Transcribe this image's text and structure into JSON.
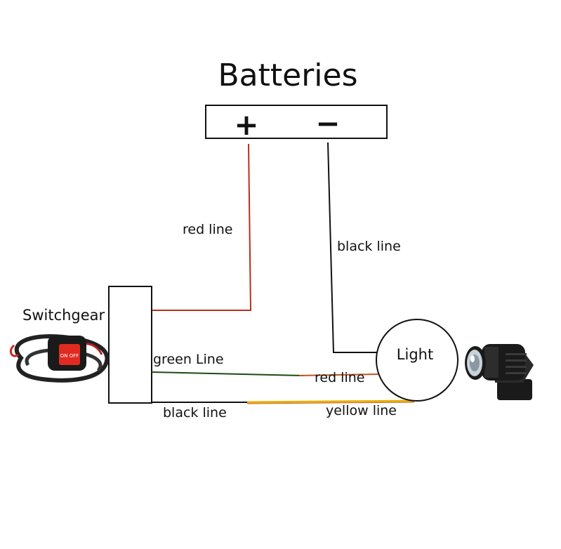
{
  "diagram": {
    "title": "Batteries",
    "battery": {
      "plus_symbol": "+",
      "minus_symbol": "−"
    },
    "nodes": {
      "switch_label": "Switchgear",
      "light_label": "Light"
    },
    "wire_labels": {
      "battery_positive": "red line",
      "battery_negative": "black line",
      "switch_green": "green Line",
      "light_red": "red line",
      "switch_black": "black line",
      "light_yellow": "yellow line"
    },
    "switch_device": {
      "button_text": "ON OFF"
    }
  },
  "colors": {
    "red_wire": "#b5301c",
    "black_wire": "#111111",
    "green_wire": "#1d4a12",
    "yellow_wire": "#e8b100",
    "outline": "#111111",
    "switch_button": "#e02a22",
    "lamp_body": "#1a1a1a"
  }
}
